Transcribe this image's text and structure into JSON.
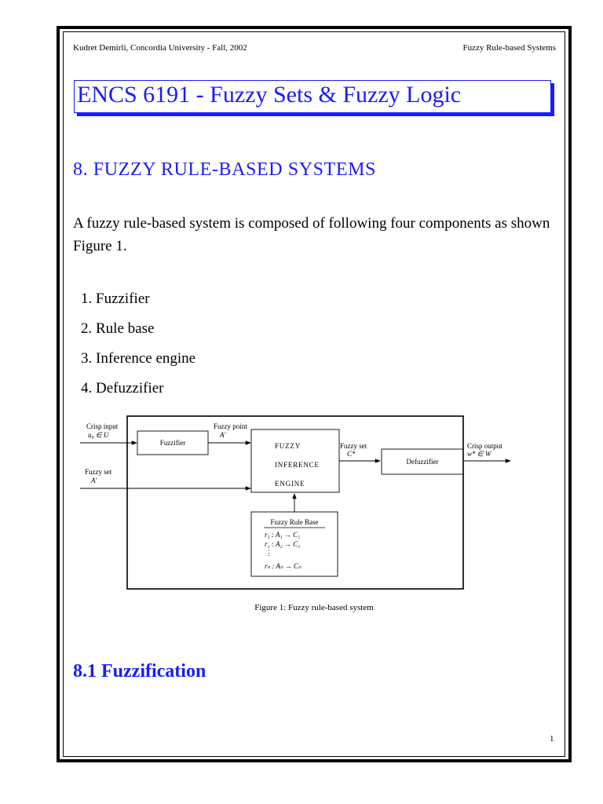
{
  "header": {
    "left": "Kudret Demirli, Concordia University - Fall, 2002",
    "right": "Fuzzy Rule-based Systems"
  },
  "title": "ENCS 6191 - Fuzzy Sets & Fuzzy Logic",
  "section": {
    "heading": "8. FUZZY RULE-BASED SYSTEMS",
    "intro": "A fuzzy rule-based system is composed of following four components as shown Figure 1.",
    "items": [
      "1. Fuzzifier",
      "2. Rule base",
      "3. Inference engine",
      "4. Defuzzifier"
    ]
  },
  "diagram": {
    "crisp_input_label": "Crisp input",
    "crisp_input_var": "u₀ ∈ U",
    "fuzzy_set_in_label": "Fuzzy set",
    "fuzzy_set_in_var": "A′",
    "fuzzifier": "Fuzzifier",
    "fuzzy_point_label": "Fuzzy point",
    "fuzzy_point_var": "A′",
    "engine_line1": "FUZZY",
    "engine_line2": "INFERENCE",
    "engine_line3": "ENGINE",
    "fuzzy_set_out_label": "Fuzzy set",
    "fuzzy_set_out_var": "C*",
    "defuzzifier": "Defuzzifier",
    "crisp_output_label": "Crisp output",
    "crisp_output_var": "w* ∈ W",
    "rule_base_title": "Fuzzy Rule Base",
    "rule1": "r₁ : A₁ → C₁",
    "rule2": "r₂ : A₂ → C₂",
    "rule_dots": "⋮",
    "rulen": "rₙ : Aₙ → Cₙ"
  },
  "caption": "Figure 1: Fuzzy rule-based system",
  "subsection": "8.1 Fuzzification",
  "page_number": "1"
}
